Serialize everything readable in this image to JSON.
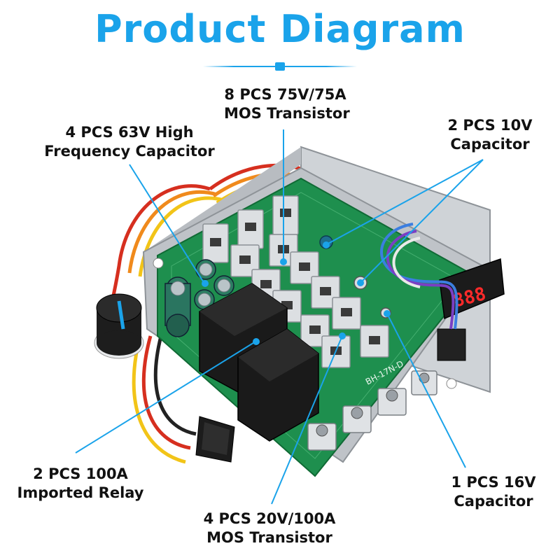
{
  "title": "Product Diagram",
  "colors": {
    "accent": "#1aa3ea",
    "board": "#1e8f4e",
    "heatsink": "#c9ccd0",
    "relay": "#1a1a1a",
    "leader": "#1aa3ea"
  },
  "labels": {
    "mos_75a": {
      "line1": "8 PCS 75V/75A",
      "line2": "MOS Transistor"
    },
    "cap_63v": {
      "line1": "4 PCS 63V High",
      "line2": "Frequency Capacitor"
    },
    "cap_10v": {
      "line1": "2 PCS 10V",
      "line2": "Capacitor"
    },
    "relay": {
      "line1": "2 PCS 100A",
      "line2": "Imported Relay"
    },
    "cap_16v": {
      "line1": "1 PCS 16V",
      "line2": "Capacitor"
    },
    "mos_100a": {
      "line1": "4 PCS 20V/100A",
      "line2": "MOS Transistor"
    }
  },
  "board": {
    "model": "BH-17N-D",
    "display": "888"
  }
}
